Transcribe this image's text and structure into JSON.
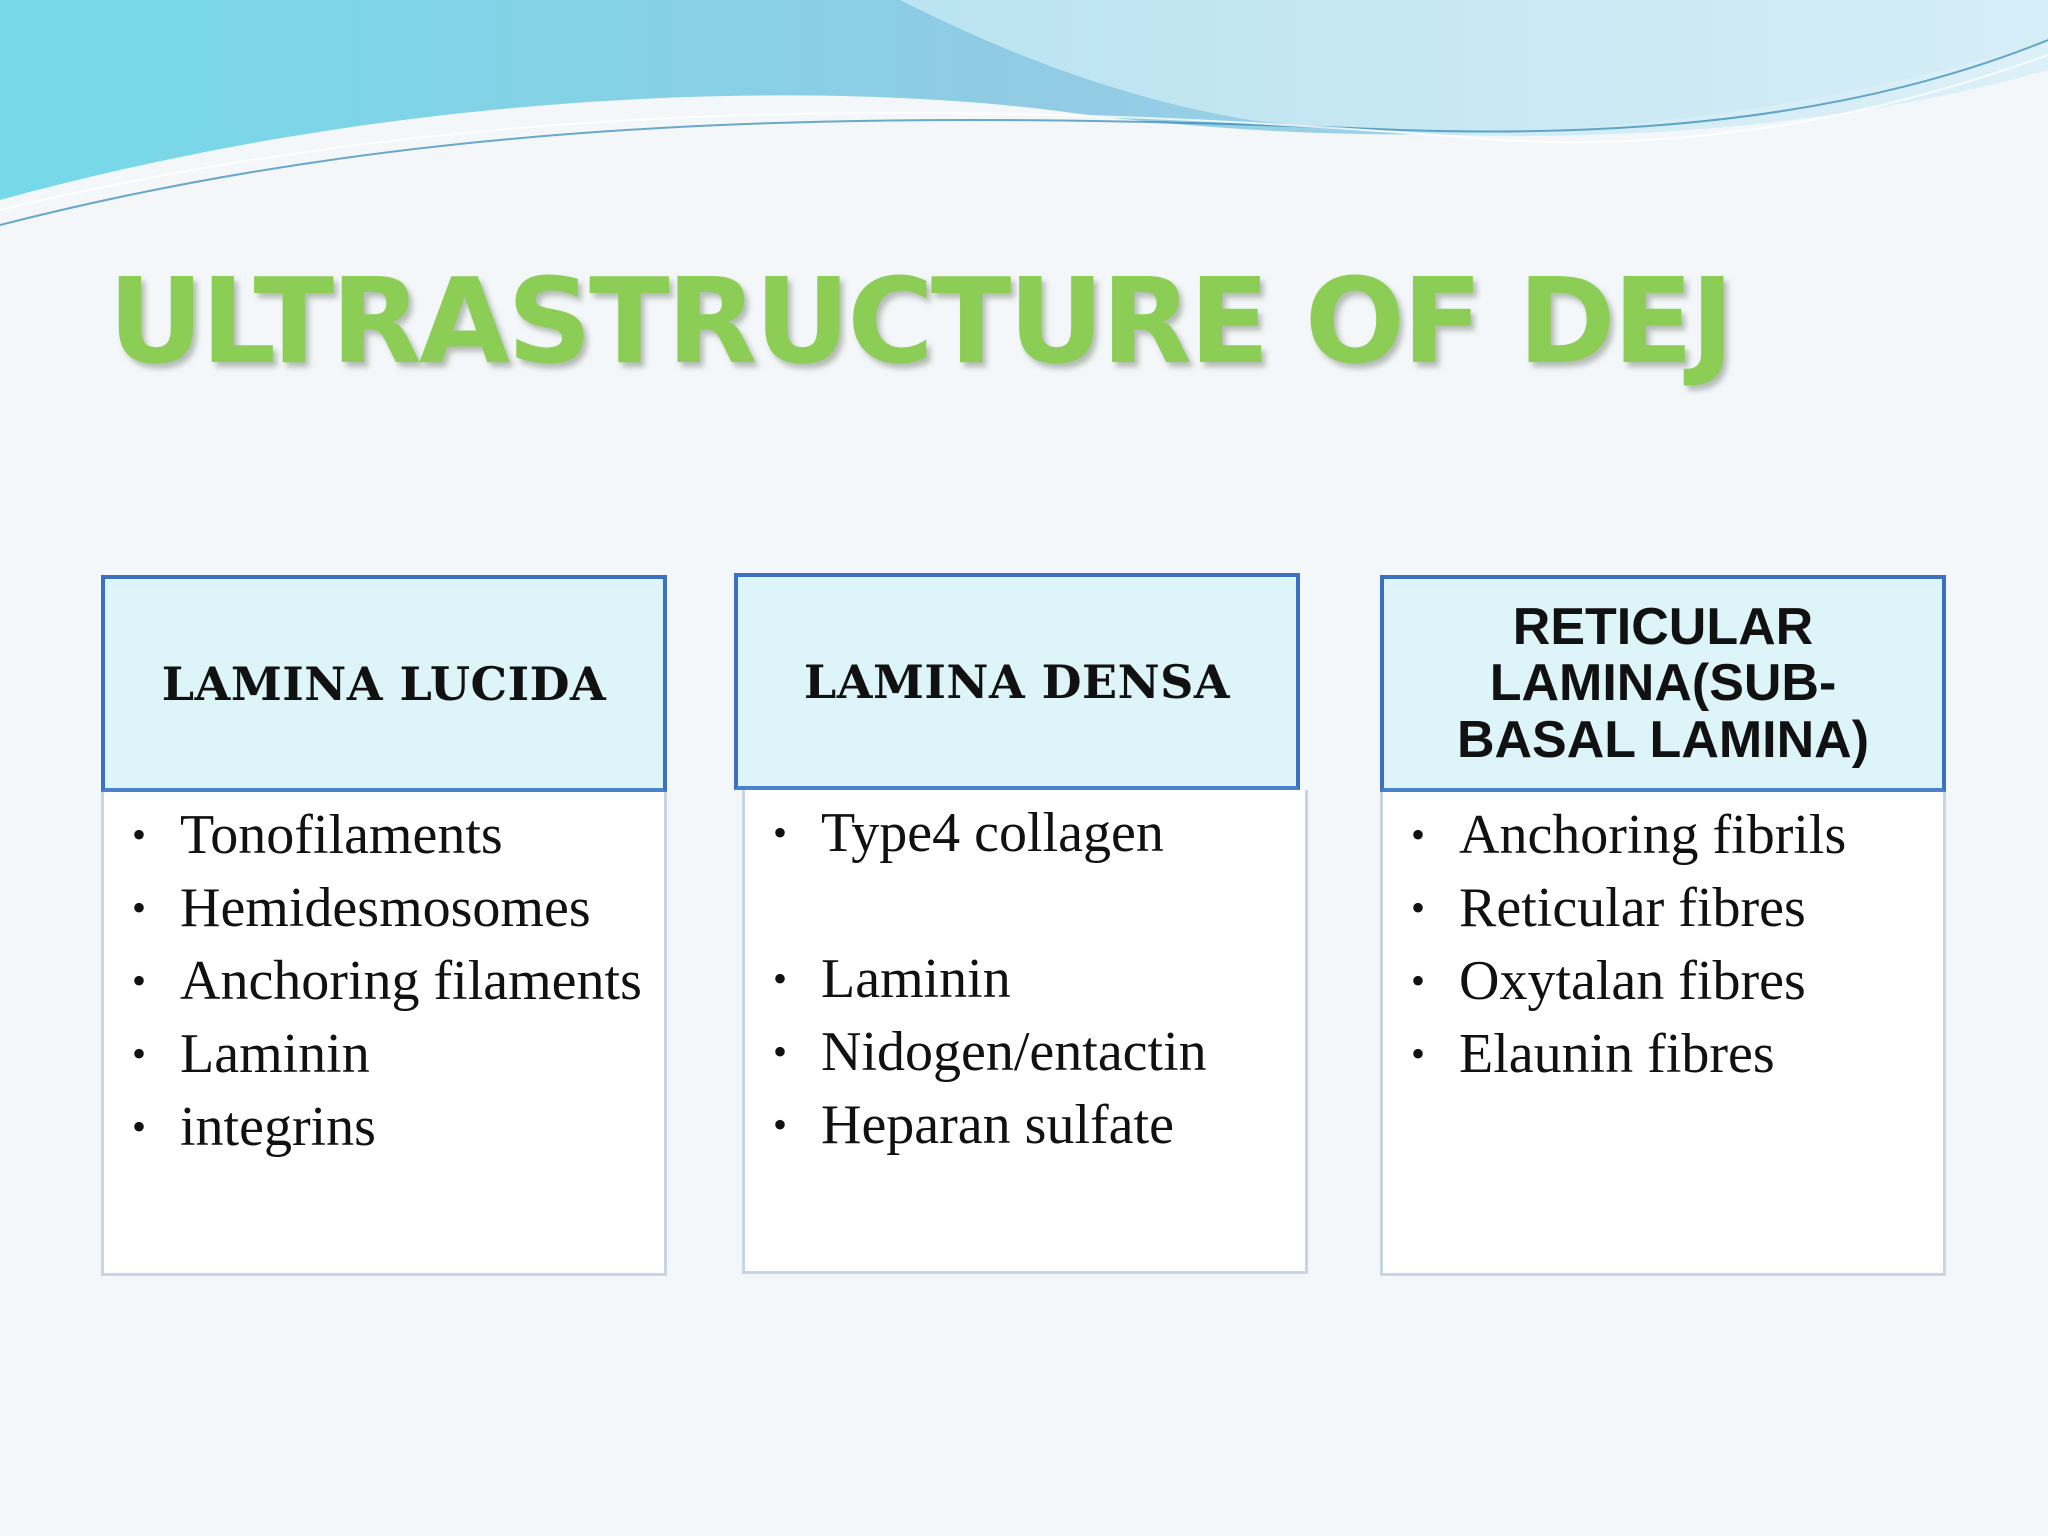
{
  "slide": {
    "title": "ULTRASTRUCTURE OF DEJ",
    "colors": {
      "title_green": "#8ccd55",
      "header_fill": "#ddf4f9",
      "header_border": "#3a72c0",
      "body_border": "#c9d4e6",
      "wave_light": "#bfe6f2",
      "wave_teal": "#6fd3e3"
    },
    "columns": [
      {
        "header": "LAMINA LUCIDA",
        "items": [
          "Tonofilaments",
          "Hemidesmosomes",
          "Anchoring filaments",
          "Laminin",
          "integrins"
        ]
      },
      {
        "header": "LAMINA DENSA",
        "items": [
          "Type4 collagen",
          "Laminin",
          "Nidogen/entactin",
          "Heparan sulfate"
        ]
      },
      {
        "header": "RETICULAR LAMINA(SUB-BASAL LAMINA)",
        "items": [
          "Anchoring fibrils",
          "Reticular fibres",
          "Oxytalan fibres",
          "Elaunin fibres"
        ]
      }
    ]
  }
}
